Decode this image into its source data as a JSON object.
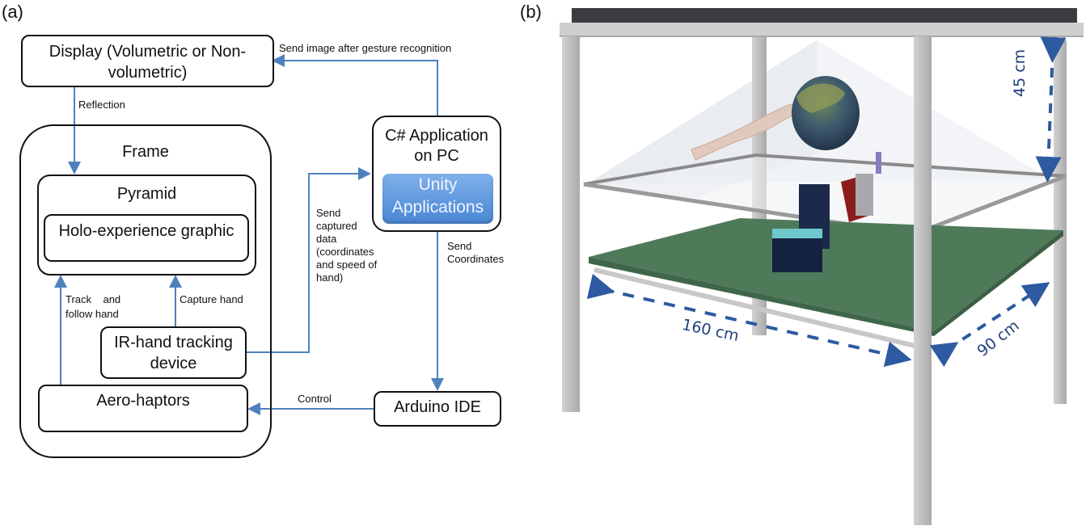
{
  "panel_a": {
    "label": "(a)",
    "boxes": {
      "display": "Display (Volumetric or Non-volumetric)",
      "display_line1": "Display (Volumetric or Non-",
      "display_line2": "volumetric)",
      "frame": "Frame",
      "pyramid": "Pyramid",
      "holo": "Holo-experience graphic",
      "ir_line1": "IR-hand tracking",
      "ir_line2": "device",
      "aero": "Aero-haptors",
      "csharp_line1": "C# Application",
      "csharp_line2": "on PC",
      "unity_line1": "Unity",
      "unity_line2": "Applications",
      "arduino": "Arduino IDE"
    },
    "edges": {
      "send_image": "Send image after gesture recognition",
      "reflection": "Reflection",
      "track_line1": "Track    and",
      "track_line2": "follow hand",
      "capture": "Capture hand",
      "send_captured": [
        "Send",
        "captured",
        "data",
        "(coordinates",
        "and speed of",
        "hand)"
      ],
      "send_coords": [
        "Send",
        "Coordinates"
      ],
      "control": "Control"
    },
    "colors": {
      "arrow": "#4f81bd",
      "box_border": "#111111",
      "unity_fill": "#5b93db"
    }
  },
  "panel_b": {
    "label": "(b)",
    "dimensions": {
      "height": "45 cm",
      "length": "160 cm",
      "width": "90 cm"
    },
    "colors": {
      "frame": "#c4c4c4",
      "top_panel": "#3b3d42",
      "table": "#4f7a5a",
      "dimension": "#2d5aa0"
    }
  }
}
